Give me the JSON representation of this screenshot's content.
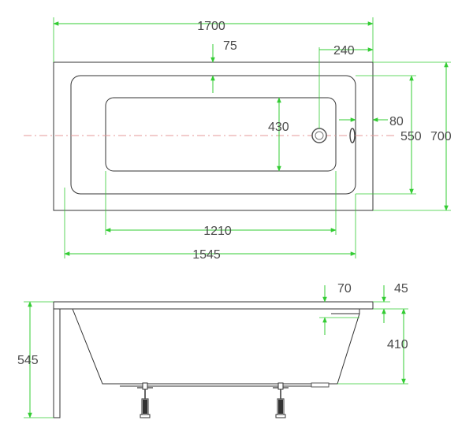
{
  "top_view": {
    "overall_length": "1700",
    "overall_width": "700",
    "inner_length": "1545",
    "inner_width": "550",
    "bottom_length": "1210",
    "bottom_width": "430",
    "rim_top": "75",
    "drain_offset": "240",
    "overflow_offset": "80"
  },
  "side_view": {
    "height": "545",
    "rim_thickness": "70",
    "lip": "45",
    "depth": "410"
  },
  "colors": {
    "outline": "#333333",
    "dimension": "#33cc33",
    "centerline": "#e59a9a",
    "text": "#4a4a4a"
  }
}
